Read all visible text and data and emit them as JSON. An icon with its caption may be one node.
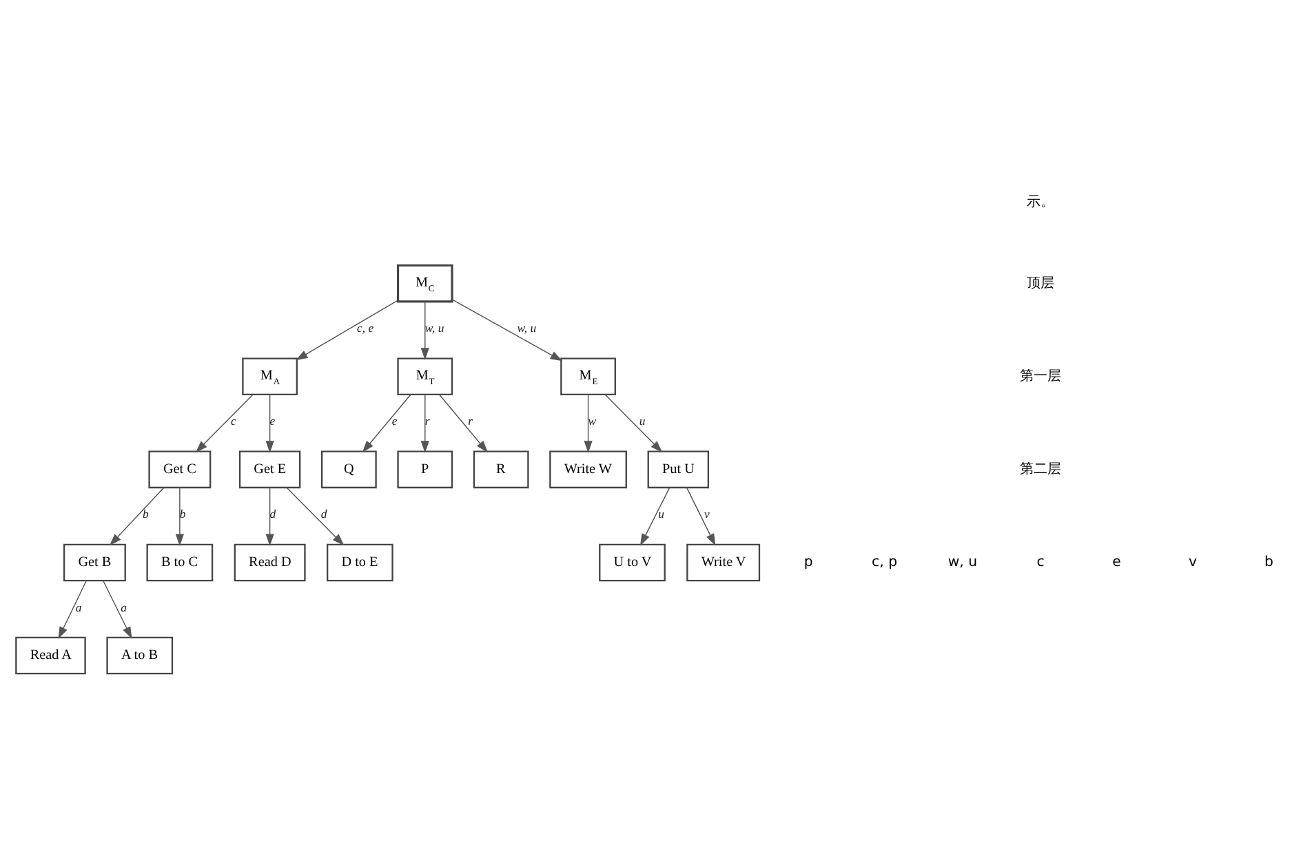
{
  "diagram": {
    "nodes": [
      {
        "text": [
          "M$_{C}$"
        ]
      },
      {
        "text": [
          "M$_{A}$"
        ]
      },
      {
        "text": [
          "M$_{T}$"
        ]
      },
      {
        "text": [
          "M$_{E}$"
        ]
      },
      {
        "text": [
          "Get C"
        ]
      },
      {
        "text": [
          "Get E"
        ]
      },
      {
        "text": [
          "Q"
        ]
      },
      {
        "text": [
          "P"
        ]
      },
      {
        "text": [
          "R"
        ]
      },
      {
        "text": [
          "Write W"
        ]
      },
      {
        "text": [
          "Put U"
        ]
      },
      {
        "text": [
          "Get B"
        ]
      },
      {
        "text": [
          "B to C"
        ]
      },
      {
        "text": [
          "Read D"
        ]
      },
      {
        "text": [
          "D to E"
        ]
      },
      {
        "text": [
          "U to V"
        ]
      },
      {
        "text": [
          "Write V"
        ]
      },
      {
        "text": [
          "Read A"
        ]
      },
      {
        "text": [
          "A to B"
        ]
      }
    ],
    "edges": [
      {
        "from": 0,
        "to": 1,
        "arrow": "to",
        "label": "c, e"
      },
      {
        "from": 0,
        "to": 2,
        "arrow": "to",
        "label": "w, u"
      },
      {
        "from": 0,
        "to": 3,
        "arrow": "to",
        "label": "w, u"
      },
      {
        "from": 1,
        "to": 4,
        "arrow": "to",
        "label": "c"
      },
      {
        "from": 1,
        "to": 5,
        "arrow": "to",
        "label": "e"
      },
      {
        "from": 2,
        "to": 6,
        "arrow": "to",
        "label": "e"
      },
      {
        "from": 2,
        "to": 7,
        "arrow": "to",
        "label": "r"
      },
      {
        "from": 2,
        "to": 8,
        "arrow": "to",
        "label": "r"
      },
      {
        "from": 3,
        "to": 9,
        "arrow": "to",
        "label": "w"
      },
      {
        "from": 3,
        "to": 10,
        "arrow": "to",
        "label": "u"
      },
      {
        "from": 4,
        "to": 11,
        "arrow": "to",
        "label": "b"
      },
      {
        "from": 4,
        "to": 12,
        "arrow": "to",
        "label": "b"
      },
      {
        "from": 5,
        "to": 13,
        "arrow": "to",
        "label": "d"
      },
      {
        "from": 5,
        "to": 14,
        "arrow": "to",
        "label": "d"
      },
      {
        "from": 10,
        "to": 15,
        "arrow": "to",
        "label": "u"
      },
      {
        "from": 10,
        "to": 16,
        "arrow": "to",
        "label": "v"
      },
      {
        "from": 11,
        "to": 17,
        "arrow": "to",
        "label": "a"
      },
      {
        "from": 11,
        "to": 18,
        "arrow": "to",
        "label": "a"
      }
    ],
    "labels": [
      "示。",
      "顶层",
      "第一层",
      "第二层",
      "p",
      "c, p",
      "w, u",
      "c",
      "e",
      "v",
      "b"
    ]
  }
}
